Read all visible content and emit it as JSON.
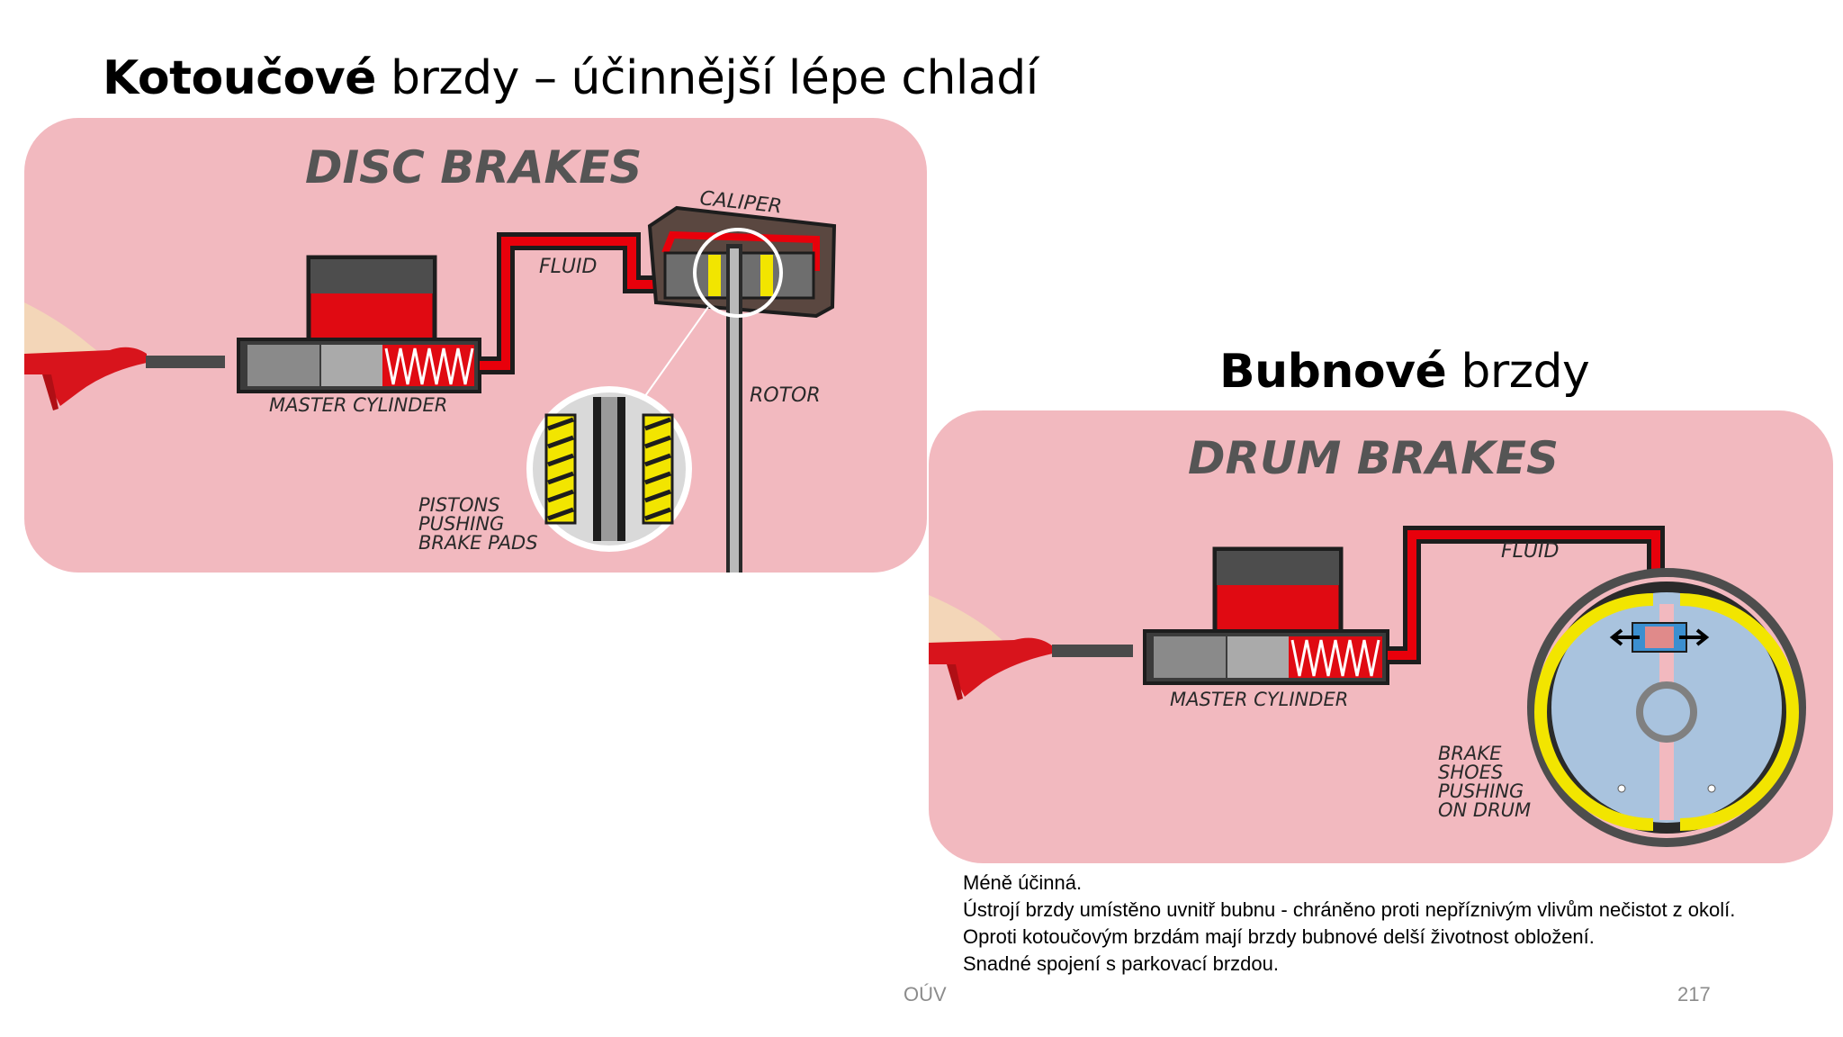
{
  "slide": {
    "disc_title_bold": "Kotoučové",
    "disc_title_rest": " brzdy – účinnější lépe chladí",
    "drum_title_bold": "Bubnové",
    "drum_title_rest": " brzdy",
    "notes": [
      "Méně účinná.",
      "Ústrojí brzdy umístěno uvnitř bubnu - chráněno proti nepříznivým vlivům nečistot z okolí.",
      "Oproti kotoučovým brzdám mají brzdy bubnové delší životnost obložení.",
      "Snadné spojení s parkovací brzdou."
    ],
    "footer_org": "OÚV",
    "footer_page": "217"
  },
  "disc_diagram": {
    "heading": "DISC BRAKES",
    "caliper": "CALIPER",
    "fluid": "FLUID",
    "master_cylinder": "MASTER CYLINDER",
    "rotor": "ROTOR",
    "pistons_1": "PISTONS",
    "pistons_2": "PUSHING",
    "pistons_3": "BRAKE PADS"
  },
  "drum_diagram": {
    "heading": "DRUM BRAKES",
    "fluid": "FLUID",
    "master_cylinder": "MASTER CYLINDER",
    "shoes_1": "BRAKE",
    "shoes_2": "SHOES",
    "shoes_3": "PUSHING",
    "shoes_4": "ON DRUM"
  },
  "colors": {
    "panel": "#f2b9bf",
    "fluid_red": "#e8000b",
    "dark": "#2a2a2a",
    "label_grey": "#555555",
    "pad_yellow": "#f2e500",
    "drum_blue": "#a9c3de"
  }
}
